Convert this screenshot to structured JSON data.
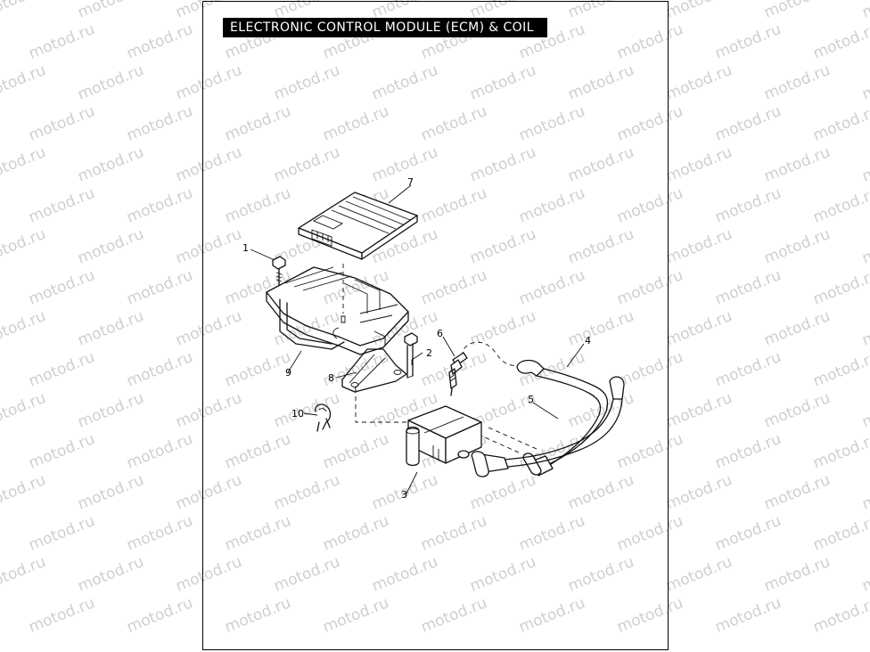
{
  "page": {
    "title": "ELECTRONIC CONTROL MODULE (ECM) & COIL"
  },
  "watermark": {
    "text": "motod.ru"
  },
  "callouts": [
    {
      "id": "c1",
      "label": "1"
    },
    {
      "id": "c2",
      "label": "2"
    },
    {
      "id": "c3",
      "label": "3"
    },
    {
      "id": "c4",
      "label": "4"
    },
    {
      "id": "c5",
      "label": "5"
    },
    {
      "id": "c6",
      "label": "6"
    },
    {
      "id": "c7",
      "label": "7"
    },
    {
      "id": "c8",
      "label": "8"
    },
    {
      "id": "c9",
      "label": "9"
    },
    {
      "id": "c10",
      "label": "10"
    }
  ]
}
